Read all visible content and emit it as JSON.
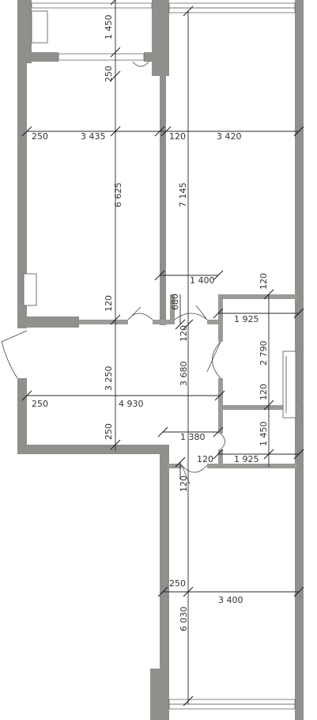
{
  "floor_plan": {
    "dimensions": {
      "balcony_length": "1 450",
      "balcony_wall": "250",
      "room1_wall_left": "250",
      "room1_width": "3 435",
      "partition_1": "120",
      "room2_width": "3 420",
      "room1_length": "6 625",
      "room2_length": "7 145",
      "corridor_length": "1 400",
      "partition_2": "120",
      "wall_680": "680",
      "partition_3": "120",
      "partition_4": "120",
      "bathroom_width": "1 925",
      "bathroom_length": "2 790",
      "partition_5": "120",
      "hall_wall_left": "250",
      "hall_width": "4 930",
      "hall_length_1": "3 250",
      "hall_length_2": "3 680",
      "hall_wall_bottom": "250",
      "toilet_length": "1 450",
      "corridor_length_2": "1 380",
      "partition_6": "120",
      "toilet_width": "1 925",
      "partition_7": "120",
      "room3_wall_left": "250",
      "room3_width": "3 400",
      "room3_length": "6 030"
    },
    "colors": {
      "wall": "#8f8f8c",
      "dimension_line": "#2a2a2a",
      "text": "#333333",
      "background": "#ffffff"
    }
  }
}
